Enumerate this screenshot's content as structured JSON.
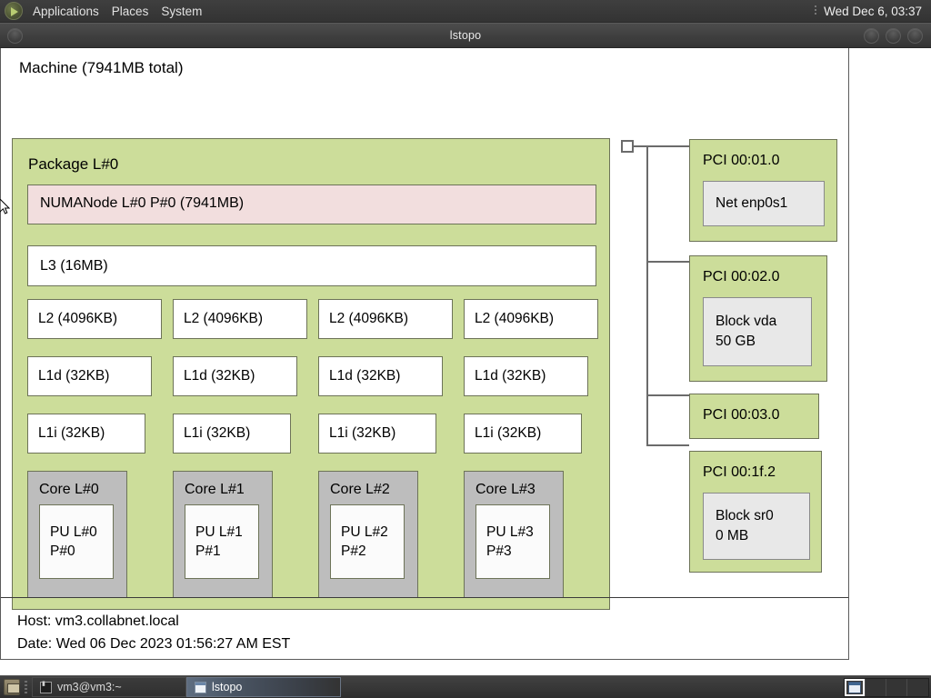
{
  "desktop": {
    "top_panel": {
      "logo_icon": "gnome-foot-icon",
      "menus": [
        {
          "label": "Applications"
        },
        {
          "label": "Places"
        },
        {
          "label": "System"
        }
      ],
      "clock": "Wed Dec  6, 03:37"
    },
    "taskbar": {
      "show_desktop_icon": "show-desktop-icon",
      "tasks": [
        {
          "label": "vm3@vm3:~",
          "icon": "terminal-icon",
          "active": false
        },
        {
          "label": "lstopo",
          "icon": "window-icon",
          "active": true
        }
      ],
      "workspaces": [
        {
          "name": "workspace-1",
          "active": true
        },
        {
          "name": "workspace-2",
          "active": false
        },
        {
          "name": "workspace-3",
          "active": false
        },
        {
          "name": "workspace-4",
          "active": false
        }
      ]
    }
  },
  "window": {
    "title": "lstopo",
    "menu_button_icon": "window-menu-icon",
    "buttons": [
      {
        "name": "minimize",
        "icon": "minimize-icon"
      },
      {
        "name": "maximize",
        "icon": "maximize-icon"
      },
      {
        "name": "close",
        "icon": "close-icon"
      }
    ]
  },
  "topology": {
    "machine": "Machine (7941MB total)",
    "package": "Package L#0",
    "numanode": "NUMANode L#0 P#0 (7941MB)",
    "l3": "L3 (16MB)",
    "l2": [
      "L2 (4096KB)",
      "L2 (4096KB)",
      "L2 (4096KB)",
      "L2 (4096KB)"
    ],
    "l1d": [
      "L1d (32KB)",
      "L1d (32KB)",
      "L1d (32KB)",
      "L1d (32KB)"
    ],
    "l1i": [
      "L1i (32KB)",
      "L1i (32KB)",
      "L1i (32KB)",
      "L1i (32KB)"
    ],
    "cores": [
      {
        "label": "Core L#0",
        "pu": "PU L#0\nP#0"
      },
      {
        "label": "Core L#1",
        "pu": "PU L#1\nP#1"
      },
      {
        "label": "Core L#2",
        "pu": "PU L#2\nP#2"
      },
      {
        "label": "Core L#3",
        "pu": "PU L#3\nP#3"
      }
    ],
    "pci": [
      {
        "label": "PCI 00:01.0",
        "device": "Net enp0s1"
      },
      {
        "label": "PCI 00:02.0",
        "device": "Block vda\n50 GB"
      },
      {
        "label": "PCI 00:03.0",
        "device": null
      },
      {
        "label": "PCI 00:1f.2",
        "device": "Block sr0\n0 MB"
      }
    ],
    "footer": "Host: vm3.collabnet.local\nDate: Wed 06 Dec 2023 01:56:27 AM EST",
    "colors": {
      "package_green": "#ccdd9a",
      "numa_pink": "#f2dede",
      "cache_white": "#ffffff",
      "core_gray": "#bdbdbd",
      "device_gray": "#e8e8e8",
      "border": "#6d7358"
    }
  }
}
